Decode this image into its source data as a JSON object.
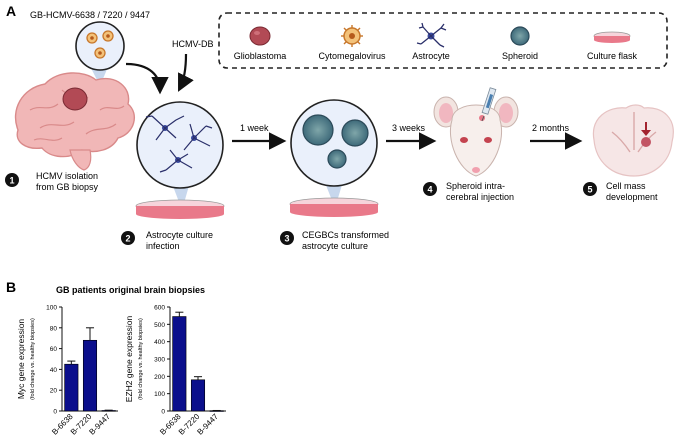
{
  "panel_a": {
    "label": "A",
    "source_label": "GB-HCMV-6638 / 7220 / 9447",
    "db_label": "HCMV-DB",
    "legend": {
      "items": [
        {
          "label": "Glioblastoma",
          "icon": "glioblastoma-icon"
        },
        {
          "label": "Cytomegalovirus",
          "icon": "cytomegalovirus-icon"
        },
        {
          "label": "Astrocyte",
          "icon": "astrocyte-icon"
        },
        {
          "label": "Spheroid",
          "icon": "spheroid-icon"
        },
        {
          "label": "Culture flask",
          "icon": "culture-flask-icon"
        }
      ]
    },
    "steps": [
      {
        "number": "1",
        "line1": "HCMV isolation",
        "line2": "from GB biopsy"
      },
      {
        "number": "2",
        "line1": "Astrocyte culture",
        "line2": "infection"
      },
      {
        "number": "3",
        "line1": "CEGBCs transformed",
        "line2": "astrocyte culture"
      },
      {
        "number": "4",
        "line1": "Spheroid intra-",
        "line2": "cerebral injection"
      },
      {
        "number": "5",
        "line1": "Cell mass",
        "line2": "development"
      }
    ],
    "durations": [
      "1 week",
      "3 weeks",
      "2 months"
    ]
  },
  "panel_b": {
    "label": "B",
    "title": "GB patients original brain biopsies"
  },
  "chart_data": [
    {
      "type": "bar",
      "categories": [
        "B-6638",
        "B-7220",
        "B-9447"
      ],
      "values": [
        45,
        68,
        0.5
      ],
      "errors": [
        3,
        12,
        0.3
      ],
      "ylabel": "Myc gene expression",
      "ylabel_sub": "(fold change vs. healthy biopsies)",
      "ylim": [
        0,
        100
      ],
      "yticks": [
        "0",
        "20",
        "40",
        "60",
        "80",
        "100"
      ],
      "bar_color": "#0b0f8c"
    },
    {
      "type": "bar",
      "categories": [
        "B-6638",
        "B-7220",
        "B-9447"
      ],
      "values": [
        545,
        180,
        2
      ],
      "errors": [
        25,
        18,
        1
      ],
      "ylabel": "EZH2 gene expression",
      "ylabel_sub": "(fold change vs. healthy biopsies)",
      "ylim": [
        0,
        600
      ],
      "yticks": [
        "0",
        "100",
        "200",
        "300",
        "400",
        "500",
        "600"
      ],
      "bar_color": "#0b0f8c"
    }
  ],
  "colors": {
    "brain_pink": "#f1b7b7",
    "tumor": "#b24a55",
    "dish": "#e9798a",
    "bar": "#0b0f8c"
  }
}
